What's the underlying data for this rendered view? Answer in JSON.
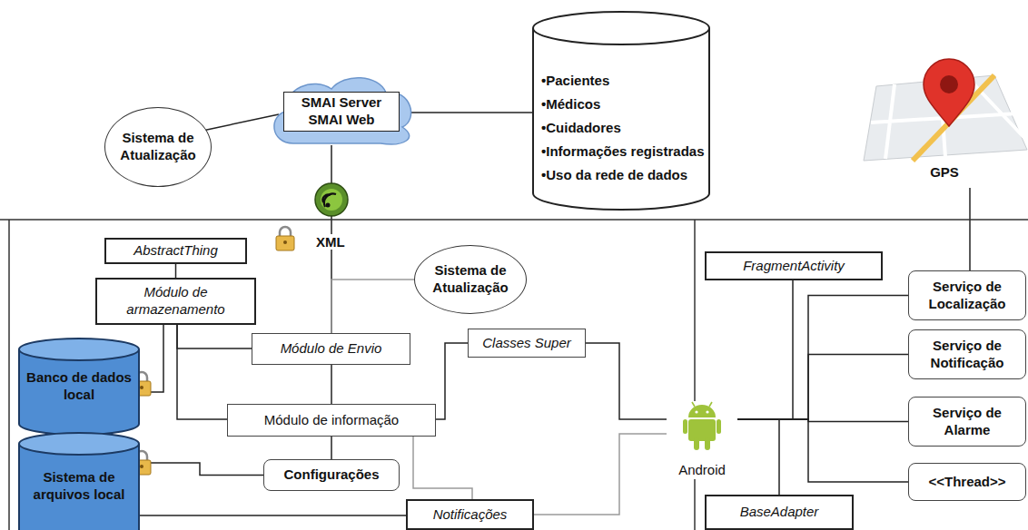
{
  "diagram": {
    "nodes": [
      {
        "text": [
          "Sistema de Atualização"
        ]
      },
      {
        "text": [
          "SMAI Server SMAI Web"
        ]
      },
      {
        "text": [
          "•Pacientes",
          "•Médicos",
          "•Cuidadores",
          "•Informações registradas",
          "•Uso da rede de dados"
        ]
      },
      {
        "text": [
          "GPS"
        ]
      },
      {
        "text": [
          "AbstractThing"
        ]
      },
      {
        "text": [
          "Módulo de armazenamento"
        ]
      },
      {
        "text": [
          "Sistema de Atualização"
        ]
      },
      {
        "text": [
          "Módulo de Envio"
        ]
      },
      {
        "text": [
          "Classes Super"
        ]
      },
      {
        "text": [
          "Banco de dados local"
        ]
      },
      {
        "text": [
          "Sistema de arquivos local"
        ]
      },
      {
        "text": [
          "Módulo de informação"
        ]
      },
      {
        "text": [
          "Configurações"
        ]
      },
      {
        "text": [
          "Notificações"
        ]
      },
      {
        "text": [
          "Android"
        ]
      },
      {
        "text": [
          "FragmentActivity"
        ]
      },
      {
        "text": [
          "Serviço de Localização"
        ]
      },
      {
        "text": [
          "Serviço de Notificação"
        ]
      },
      {
        "text": [
          "Serviço de Alarme"
        ]
      },
      {
        "text": [
          "<<Thread>>"
        ]
      },
      {
        "text": [
          "BaseAdapter"
        ]
      }
    ],
    "edges": [
      {
        "from": 0,
        "to": 1,
        "arrow": "none"
      },
      {
        "from": 1,
        "to": 2,
        "arrow": "none"
      },
      {
        "from": 1,
        "to": 7,
        "arrow": "none"
      },
      {
        "from": 6,
        "to": 7,
        "arrow": "none"
      },
      {
        "from": 3,
        "to": 16,
        "arrow": "none"
      },
      {
        "from": 4,
        "to": 5,
        "arrow": "none"
      },
      {
        "from": 5,
        "to": 9,
        "arrow": "none"
      },
      {
        "from": 5,
        "to": 7,
        "arrow": "none"
      },
      {
        "from": 5,
        "to": 11,
        "arrow": "none"
      },
      {
        "from": 7,
        "to": 11,
        "arrow": "none"
      },
      {
        "from": 11,
        "to": 8,
        "arrow": "none"
      },
      {
        "from": 8,
        "to": 14,
        "arrow": "none"
      },
      {
        "from": 11,
        "to": 12,
        "arrow": "none"
      },
      {
        "from": 10,
        "to": 12,
        "arrow": "none"
      },
      {
        "from": 11,
        "to": 13,
        "arrow": "none"
      },
      {
        "from": 10,
        "to": 13,
        "arrow": "none"
      },
      {
        "from": 13,
        "to": 14,
        "arrow": "none"
      },
      {
        "from": 14,
        "to": 15,
        "arrow": "none"
      },
      {
        "from": 14,
        "to": 16,
        "arrow": "none"
      },
      {
        "from": 14,
        "to": 17,
        "arrow": "none"
      },
      {
        "from": 14,
        "to": 18,
        "arrow": "none"
      },
      {
        "from": 14,
        "to": 19,
        "arrow": "none"
      },
      {
        "from": 14,
        "to": 20,
        "arrow": "none"
      }
    ],
    "labels": [
      "XML"
    ]
  }
}
